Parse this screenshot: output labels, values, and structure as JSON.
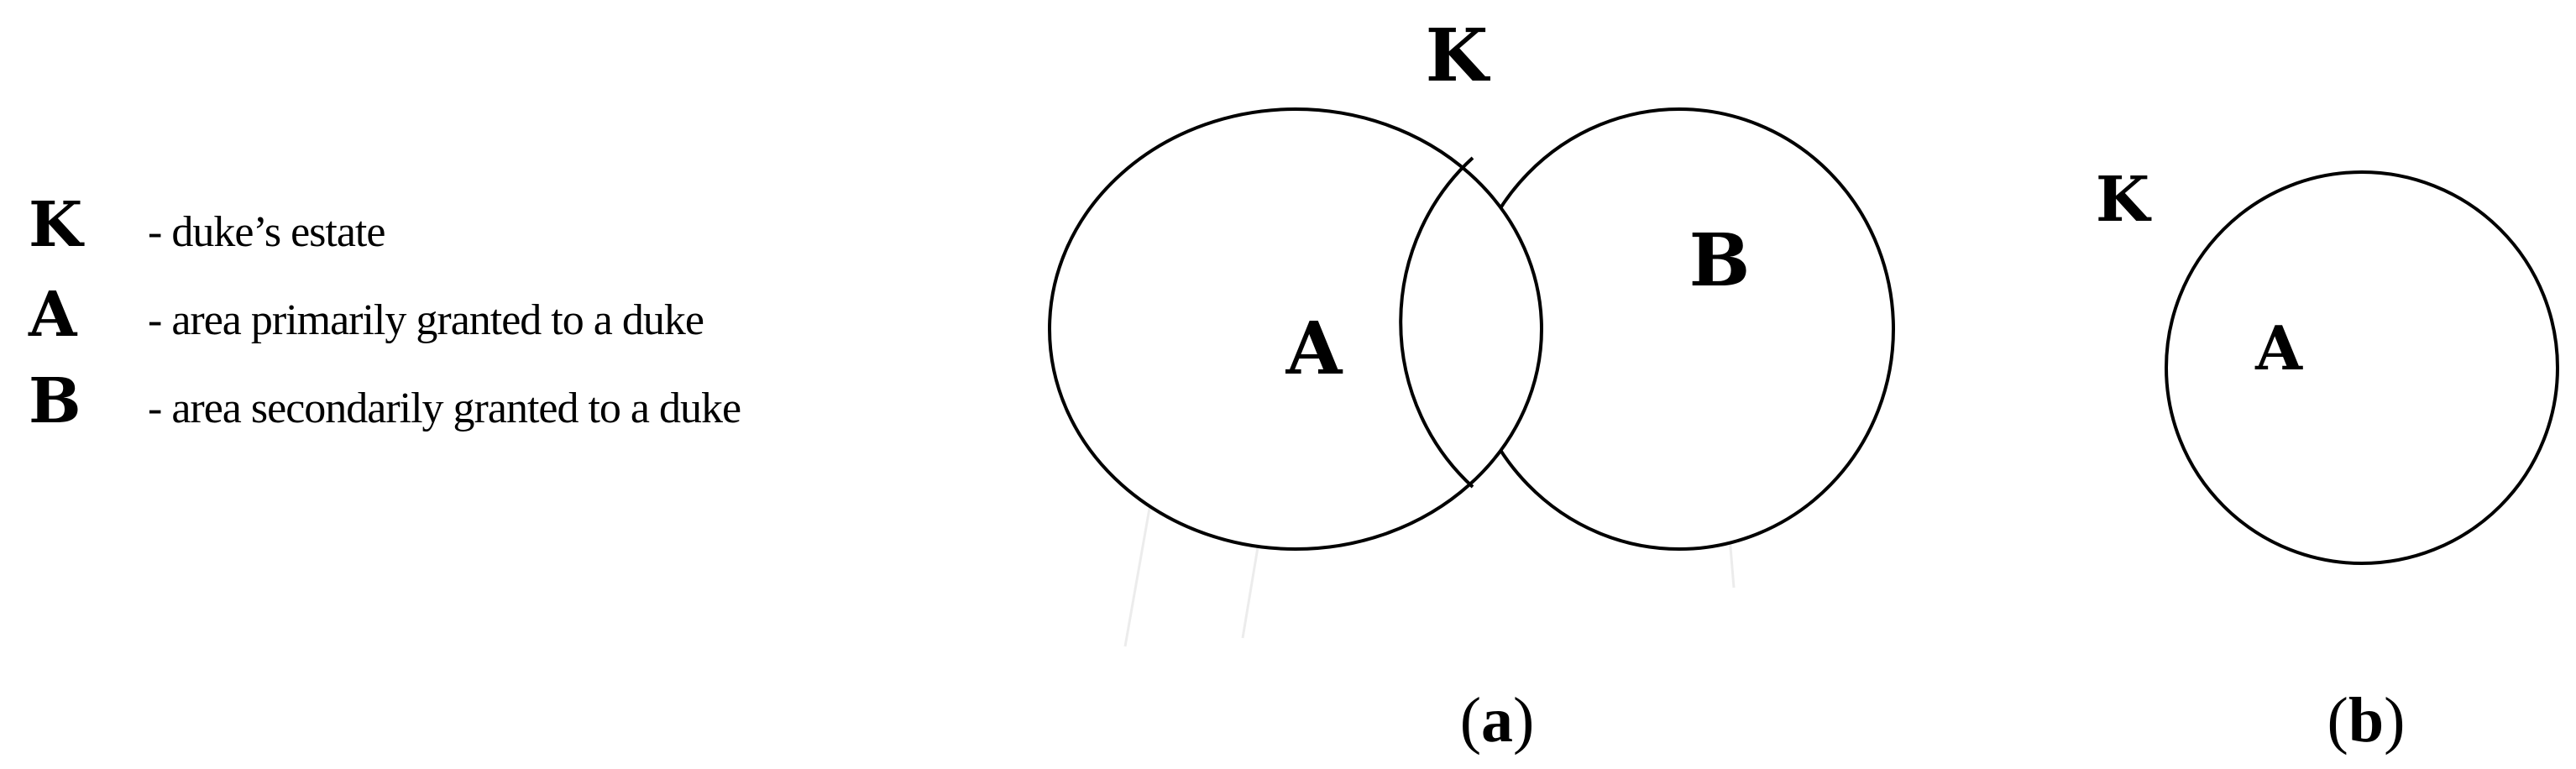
{
  "legend": {
    "items": [
      {
        "key": "K",
        "text": "- duke’s estate"
      },
      {
        "key": "A",
        "text": "- area primarily granted to a duke"
      },
      {
        "key": "B",
        "text": "- area secondarily granted to a duke"
      }
    ]
  },
  "panel_a": {
    "estate_label": "K",
    "region_a_label": "A",
    "region_b_label": "B",
    "caption_open": "(",
    "caption_letter": "a",
    "caption_close": ")"
  },
  "panel_b": {
    "estate_label": "K",
    "region_a_label": "A",
    "caption_open": "(",
    "caption_letter": "b",
    "caption_close": ")"
  },
  "colors": {
    "stroke": "#000000",
    "background": "#ffffff",
    "faint_trace": "#ececec"
  }
}
